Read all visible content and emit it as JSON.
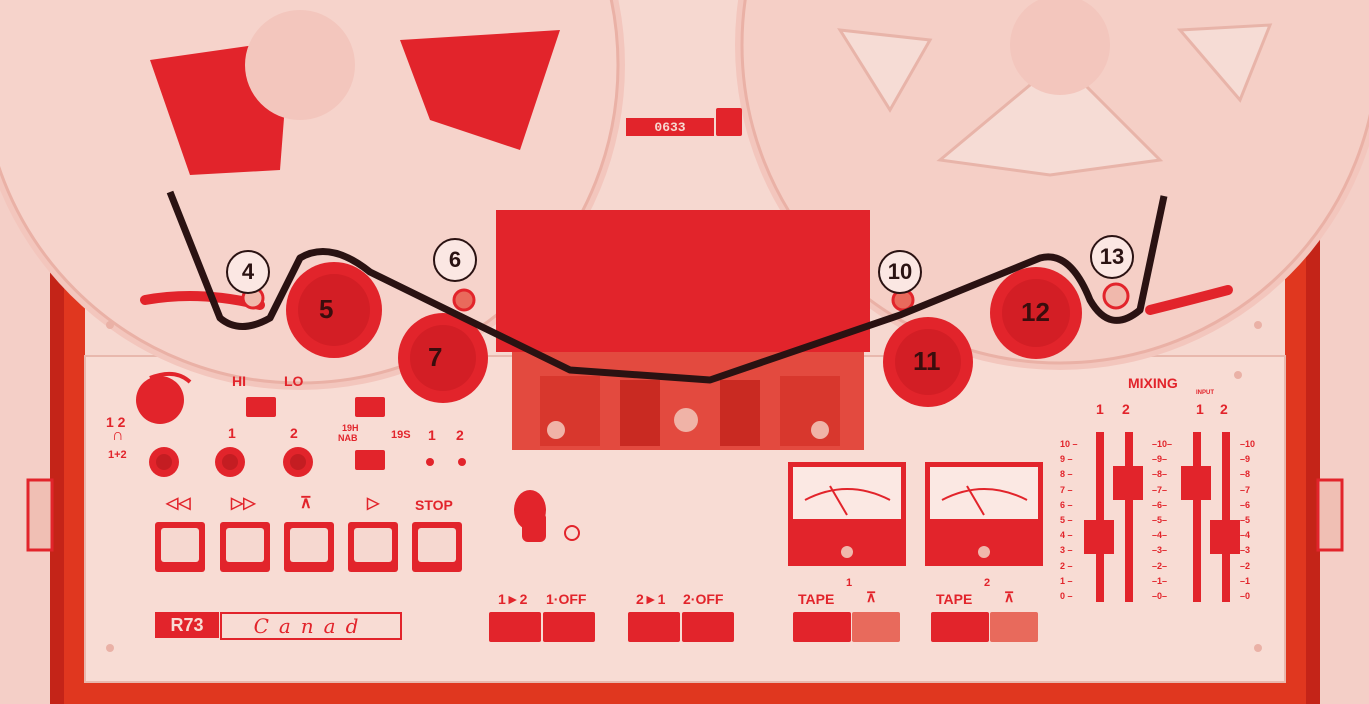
{
  "colors": {
    "accent": "#e2242b",
    "panel": "#f6d8d0",
    "dark": "#2a1212"
  },
  "counter": {
    "digits": "0633"
  },
  "callouts": {
    "c4": "4",
    "c6": "6",
    "c10": "10",
    "c13": "13"
  },
  "rollers": {
    "r5": "5",
    "r7": "7",
    "r11": "11",
    "r12": "12"
  },
  "left_panel": {
    "hi": "HI",
    "lo": "LO",
    "out_1_2": "1 2",
    "out_1plus2": "1+2",
    "mon_1": "1",
    "mon_2": "2",
    "speed_19h": "19H",
    "speed_nab": "NAB",
    "speed_19s": "19S",
    "rec_1": "1",
    "rec_2": "2"
  },
  "transport": {
    "rewind": "◁◁",
    "forward": "▷▷",
    "record": "⊼",
    "play": "▷",
    "stop": "STOP"
  },
  "brand": {
    "model": "R73",
    "name": "Canad"
  },
  "routing": {
    "r1": "1►2",
    "r2": "1·OFF",
    "r3": "2►1",
    "r4": "2·OFF"
  },
  "tape": {
    "tape1_num": "1",
    "tape1_label": "TAPE",
    "tape2_num": "2",
    "tape2_label": "TAPE"
  },
  "mixing": {
    "title": "MIXING",
    "input": "INPUT",
    "ch1": "1",
    "ch2": "2",
    "in1": "1",
    "in2": "2",
    "scale": [
      "10",
      "9",
      "8",
      "7",
      "6",
      "5",
      "4",
      "3",
      "2",
      "1",
      "0"
    ]
  }
}
